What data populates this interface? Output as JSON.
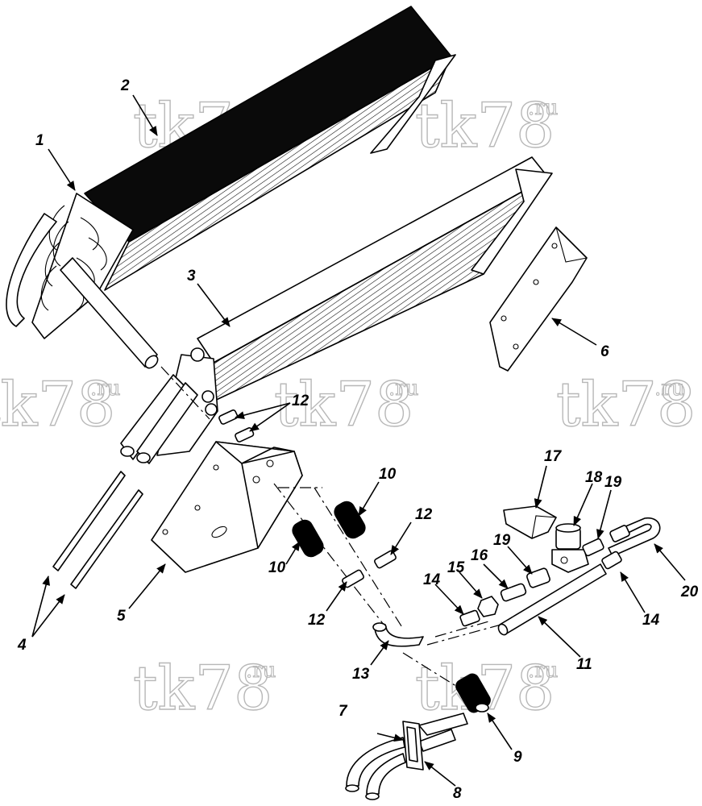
{
  "watermark": {
    "main": "tk78",
    "suffix": ".ru"
  },
  "callouts": {
    "c1": "1",
    "c2": "2",
    "c3": "3",
    "c4": "4",
    "c5": "5",
    "c6": "6",
    "c7": "7",
    "c8": "8",
    "c9": "9",
    "c10a": "10",
    "c10b": "10",
    "c11": "11",
    "c12a": "12",
    "c12b": "12",
    "c12c": "12",
    "c13": "13",
    "c14a": "14",
    "c14b": "14",
    "c15": "15",
    "c16": "16",
    "c17": "17",
    "c18": "18",
    "c19a": "19",
    "c19b": "19",
    "c20": "20"
  }
}
